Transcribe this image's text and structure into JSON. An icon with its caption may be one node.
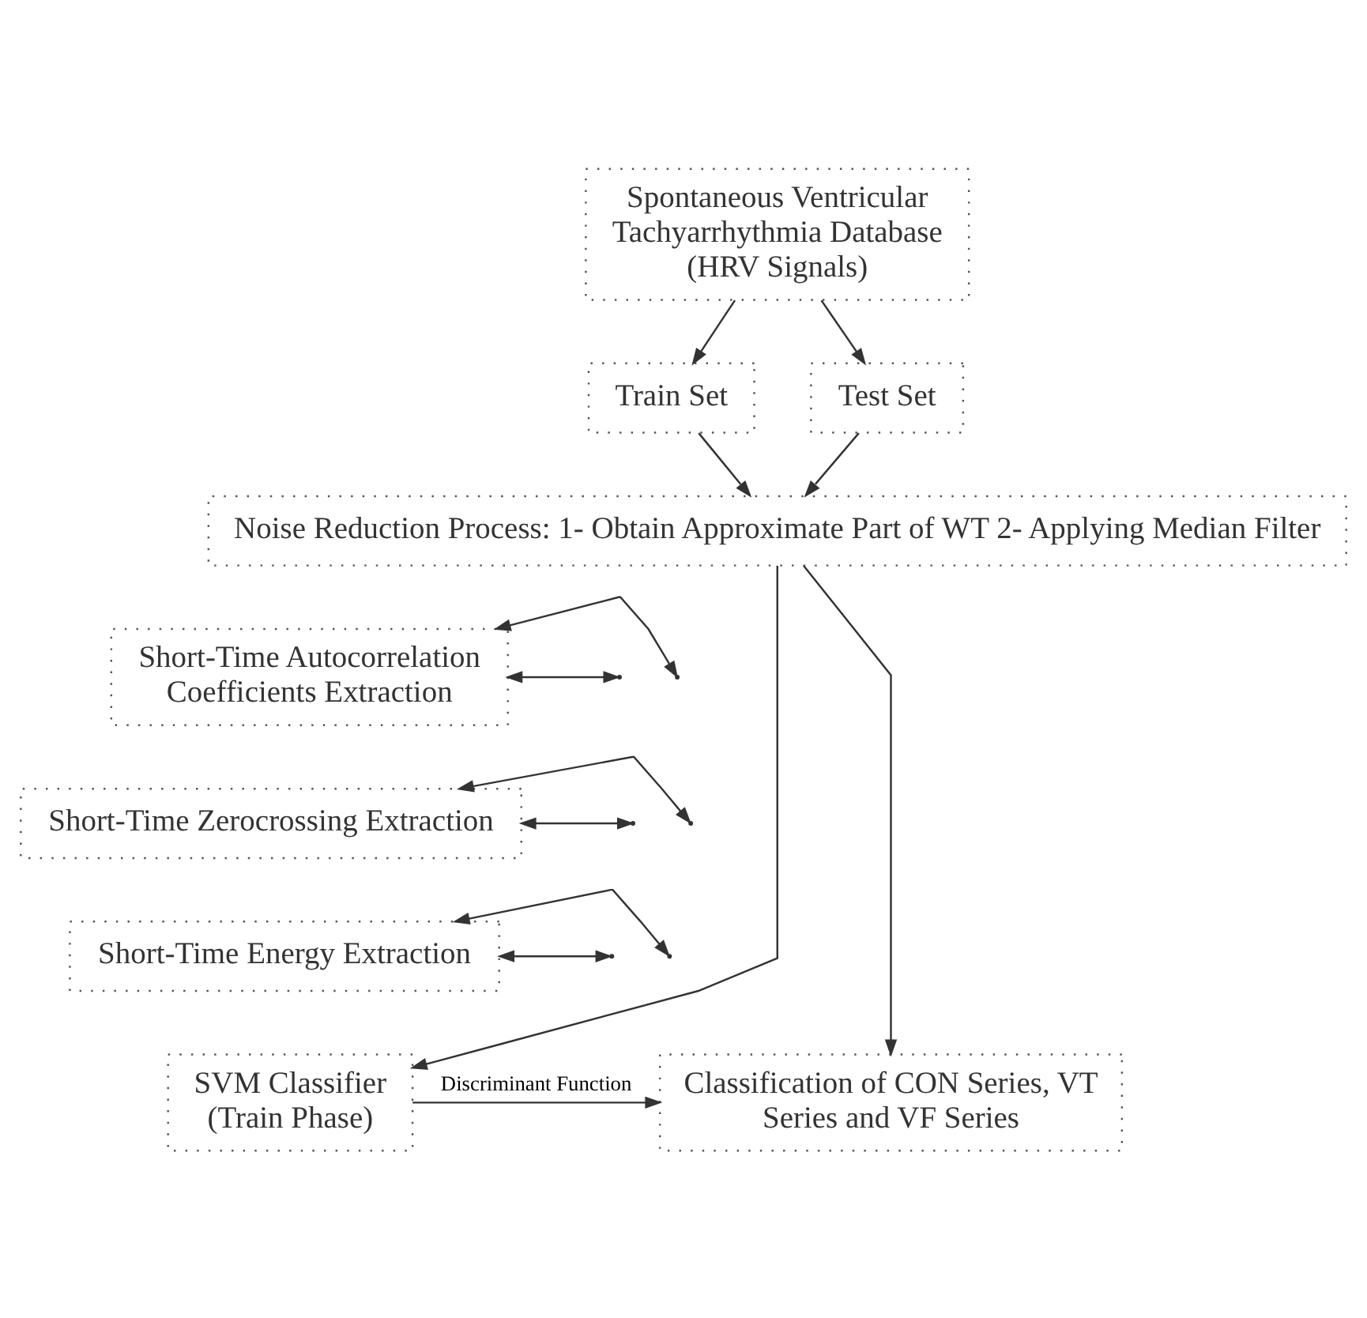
{
  "diagram": {
    "nodes": [
      {
        "text": [
          "Spontaneous Ventricular Tachyarrhythmia Database (HRV Signals)"
        ]
      },
      {
        "text": [
          "Train Set"
        ]
      },
      {
        "text": [
          "Test Set"
        ]
      },
      {
        "text": [
          "Noise Reduction Process: 1- Obtain Approximate Part of WT 2- Applying Median Filter"
        ]
      },
      {
        "text": [
          "Short-Time Autocorrelation Coefficients Extraction"
        ]
      },
      {
        "text": [
          "Short-Time Zerocrossing Extraction"
        ]
      },
      {
        "text": [
          "Short-Time Energy Extraction"
        ]
      },
      {
        "text": [
          "SVM Classifier (Train Phase)"
        ]
      },
      {
        "text": [
          "Classification of CON Series, VT Series and VF Series"
        ]
      }
    ],
    "edges": [
      {
        "from": 0,
        "to": 1,
        "arrow": "to"
      },
      {
        "from": 0,
        "to": 2,
        "arrow": "to"
      },
      {
        "from": 1,
        "to": 3,
        "arrow": "to"
      },
      {
        "from": 2,
        "to": 3,
        "arrow": "to"
      },
      {
        "from": 3,
        "to": 7,
        "arrow": "to"
      },
      {
        "from": 3,
        "to": 8,
        "arrow": "to"
      },
      {
        "from": null,
        "to": 4,
        "arrow": "both"
      },
      {
        "from": null,
        "to": 4,
        "arrow": "both"
      },
      {
        "from": null,
        "to": 5,
        "arrow": "both"
      },
      {
        "from": null,
        "to": 5,
        "arrow": "both"
      },
      {
        "from": null,
        "to": 6,
        "arrow": "both"
      },
      {
        "from": null,
        "to": 6,
        "arrow": "both"
      },
      {
        "from": 7,
        "to": 8,
        "label": "Discriminant Function",
        "arrow": "to"
      }
    ]
  }
}
